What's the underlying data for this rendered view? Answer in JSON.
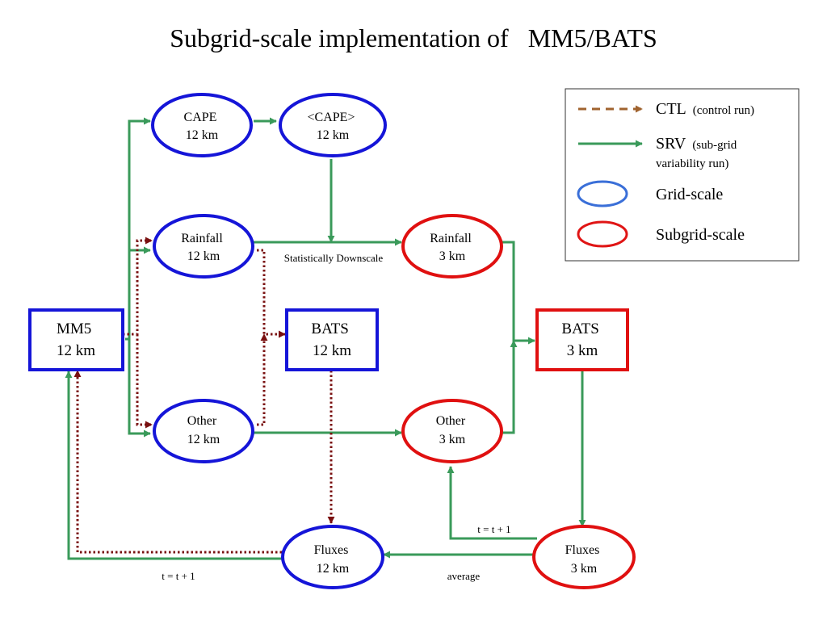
{
  "title": "Subgrid-scale implementation of   MM5/BATS",
  "colors": {
    "grid": "#1515d8",
    "subgrid": "#e01010",
    "srv": "#3a9a5a",
    "ctl": "#7a1010",
    "legend_ctl": "#a0632f",
    "legend_grid": "#3a6fd8",
    "legend_subgrid": "#e01515"
  },
  "nodes": {
    "cape12": [
      "CAPE",
      "12 km"
    ],
    "cape_avg": [
      "<CAPE>",
      "12 km"
    ],
    "rain12": [
      "Rainfall",
      "12 km"
    ],
    "rain3": [
      "Rainfall",
      "3 km"
    ],
    "mm5": [
      "MM5",
      "12 km"
    ],
    "bats12": [
      "BATS",
      "12 km"
    ],
    "bats3": [
      "BATS",
      "3 km"
    ],
    "other12": [
      "Other",
      "12 km"
    ],
    "other3": [
      "Other",
      "3 km"
    ],
    "flux12": [
      "Fluxes",
      "12 km"
    ],
    "flux3": [
      "Fluxes",
      "3 km"
    ]
  },
  "labels": {
    "downscale": "Statistically Downscale",
    "t_left": "t = t + 1",
    "t_right": "t = t + 1",
    "average": "average"
  },
  "legend": {
    "ctl": "CTL",
    "ctl_note": "(control run)",
    "srv": "SRV",
    "srv_note1": "(sub-grid",
    "srv_note2": "variability run)",
    "grid": "Grid-scale",
    "subgrid": "Subgrid-scale"
  }
}
